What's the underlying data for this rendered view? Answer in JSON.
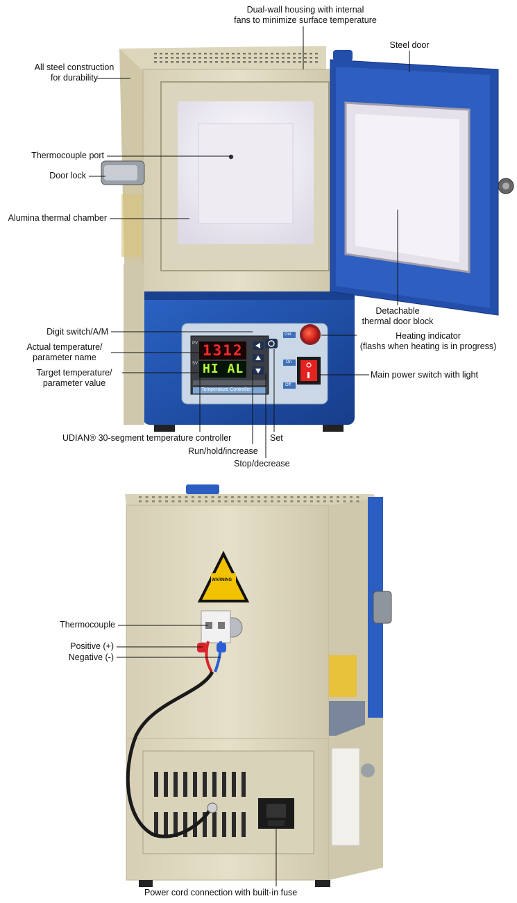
{
  "top_view": {
    "labels": {
      "housing": [
        "Dual-wall housing with internal",
        "fans to minimize surface temperature"
      ],
      "steel_door": "Steel door",
      "construction": [
        "All steel construction",
        "for durability"
      ],
      "thermocouple_port": "Thermocouple port",
      "door_lock": "Door lock",
      "chamber": "Alumina thermal chamber",
      "door_block": [
        "Detachable",
        "thermal door block"
      ],
      "heating_indicator": [
        "Heating indicator",
        "(flashs when heating is in progress)"
      ],
      "digit_switch": "Digit switch/A/M",
      "actual_temp": [
        "Actual temperature/",
        "parameter name"
      ],
      "target_temp": [
        "Target temperature/",
        "parameter value"
      ],
      "power_switch": "Main power switch with light",
      "controller": "UDIAN® 30-segment temperature controller",
      "set": "Set",
      "run": "Run/hold/increase",
      "stop": "Stop/decrease"
    },
    "controller_display": {
      "pv_value": "1312",
      "sv_value": "HI AL",
      "pv_tag": "PV",
      "sv_tag": "SV",
      "panel_caption": "Temperature  Controller",
      "tag_out": "Out",
      "tag_on": "On",
      "tag_off": "Off"
    }
  },
  "bottom_view": {
    "labels": {
      "thermocouple": "Thermocouple",
      "positive": "Positive (+)",
      "negative": "Negative (-)",
      "power_cord": "Power cord connection with built-in fuse"
    },
    "warning_text": "WARNING"
  },
  "colors": {
    "cream": "#e2dcc4",
    "blue": "#1f4fa8",
    "led_red": "#ff2a2a",
    "led_green": "#b8ff3a",
    "warning_yellow": "#f2c200"
  }
}
